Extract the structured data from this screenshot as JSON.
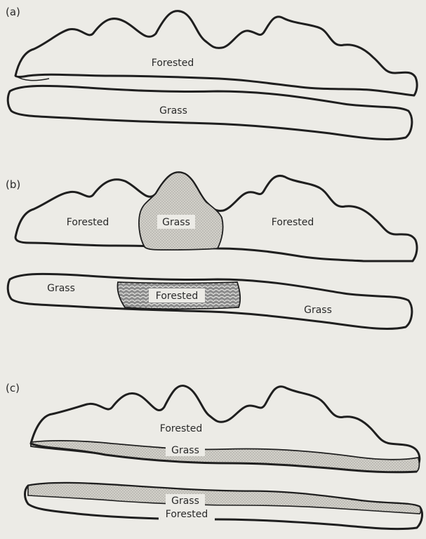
{
  "panels": [
    {
      "label": "(a)",
      "regions": [
        {
          "text": "Forested",
          "cover": "forested"
        },
        {
          "text": "Grass",
          "cover": "grass"
        }
      ]
    },
    {
      "label": "(b)",
      "regions": [
        {
          "text": "Forested",
          "cover": "forested"
        },
        {
          "text": "Grass",
          "cover": "grass"
        },
        {
          "text": "Forested",
          "cover": "forested"
        },
        {
          "text": "Grass",
          "cover": "grass"
        },
        {
          "text": "Forested",
          "cover": "forested"
        },
        {
          "text": "Grass",
          "cover": "grass"
        }
      ]
    },
    {
      "label": "(c)",
      "regions": [
        {
          "text": "Forested",
          "cover": "forested"
        },
        {
          "text": "Grass",
          "cover": "grass"
        },
        {
          "text": "Grass",
          "cover": "grass"
        },
        {
          "text": "Forested",
          "cover": "forested"
        }
      ]
    }
  ],
  "colors": {
    "background": "#ecebe6",
    "forested_fill": "#8c8c8c",
    "grass_fill": "#cfcdc6",
    "outline": "#1f1f1f"
  }
}
